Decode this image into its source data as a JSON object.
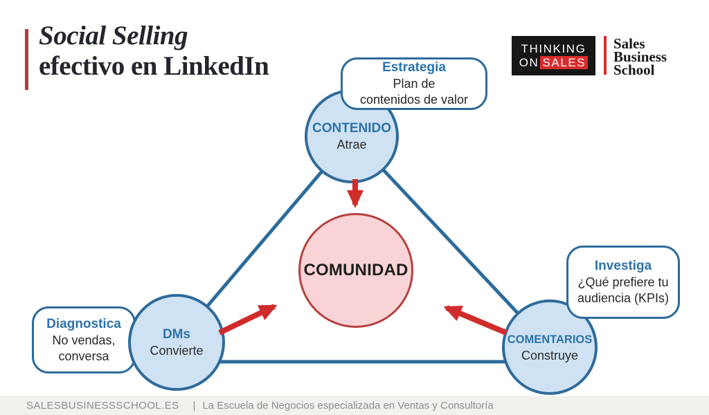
{
  "header": {
    "title_line1": "Social Selling",
    "title_line2": "efectivo en LinkedIn",
    "accent_color": "#b23c3c"
  },
  "logo": {
    "thinking": "THINKING",
    "on": "ON",
    "sales": "SALES",
    "brand_line1": "Sales",
    "brand_line2": "Business",
    "brand_line3": "School",
    "red": "#d92b2b",
    "black": "#161616"
  },
  "diagram": {
    "colors": {
      "line_blue": "#2e6b9b",
      "node_fill_blue": "#cfe2f3",
      "node_text_blue": "#2d72a8",
      "arrow_red": "#d02c2c",
      "community_fill": "#f9d3d5",
      "community_border": "#b5403f"
    },
    "nodes": {
      "contenido": {
        "title": "CONTENIDO",
        "subtitle": "Atrae"
      },
      "dms": {
        "title": "DMs",
        "subtitle": "Convierte"
      },
      "comentarios": {
        "title": "COMENTARIOS",
        "subtitle": "Construye"
      },
      "comunidad": {
        "title": "COMUNIDAD"
      }
    },
    "callouts": {
      "estrategia": {
        "title": "Estrategia",
        "line1": "Plan de",
        "line2": "contenidos de valor"
      },
      "diagnostica": {
        "title": "Diagnostica",
        "line1": "No vendas,",
        "line2": "conversa"
      },
      "investiga": {
        "title": "Investiga",
        "line1": "¿Qué prefiere tu",
        "line2": "audiencia (KPIs)"
      }
    }
  },
  "footer": {
    "site": "SALESBUSINESSSCHOOL.ES",
    "divider": "|",
    "tagline": "La Escuela de Negocios especializada en Ventas y Consultoría"
  }
}
